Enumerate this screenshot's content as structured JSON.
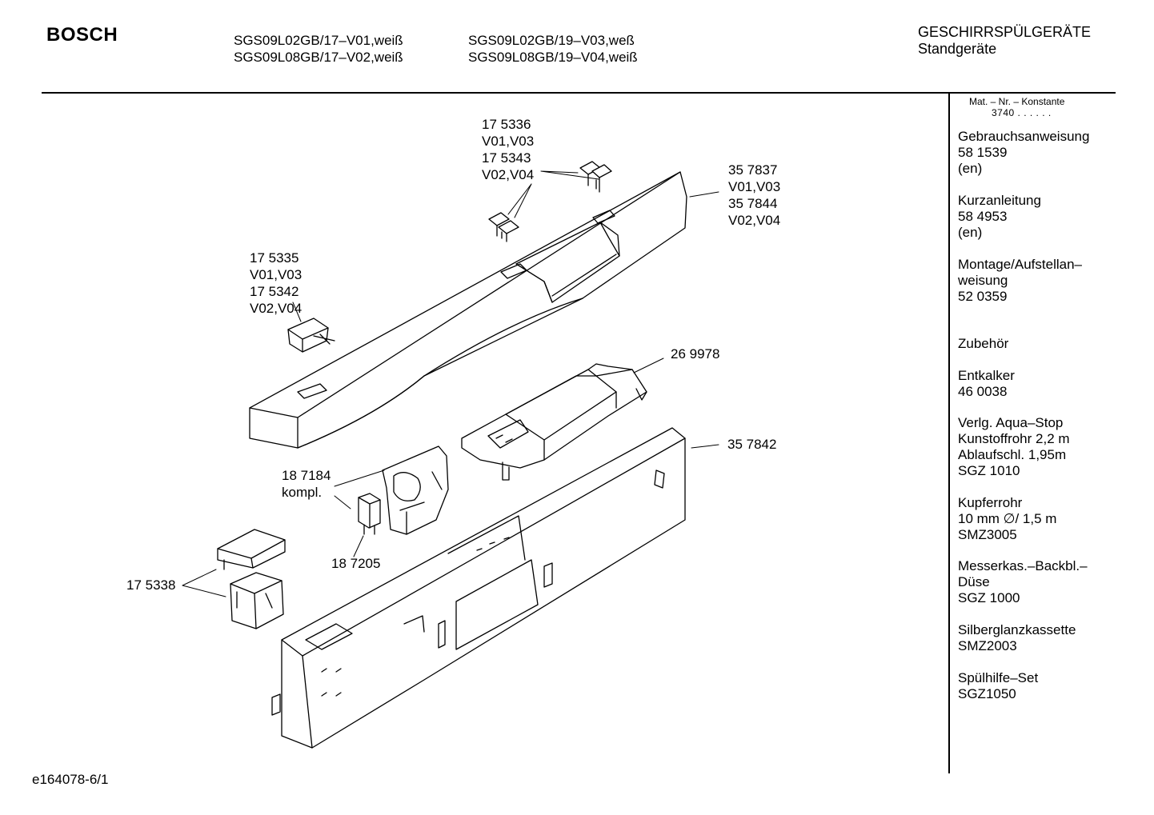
{
  "header": {
    "brand": "BOSCH",
    "models_col1": [
      "SGS09L02GB/17–V01,weiß",
      "SGS09L08GB/17–V02,weiß"
    ],
    "models_col2": [
      "SGS09L02GB/19–V03,weß",
      "SGS09L08GB/19–V04,weiß"
    ],
    "category": [
      "GESCHIRRSPÜLGERÄTE",
      "Standgeräte"
    ]
  },
  "sidebar": {
    "mat_label": "Mat. – Nr. – Konstante",
    "mat_value": "3740 . . . . . .",
    "blocks": [
      {
        "lines": [
          "Gebrauchsanweisung",
          "58 1539",
          "(en)"
        ]
      },
      {
        "lines": [
          "Kurzanleitung",
          "58 4953",
          "(en)"
        ]
      },
      {
        "lines": [
          "Montage/Aufstellan–",
          "weisung",
          "52 0359"
        ]
      },
      {
        "lines": [
          "Zubehör"
        ]
      },
      {
        "lines": [
          "Entkalker",
          "46 0038"
        ]
      },
      {
        "lines": [
          "Verlg. Aqua–Stop",
          "Kunstoffrohr 2,2 m",
          "Ablaufschl. 1,95m",
          "SGZ 1010"
        ]
      },
      {
        "lines": [
          "Kupferrohr",
          "10 mm ∅/ 1,5 m",
          "SMZ3005"
        ]
      },
      {
        "lines": [
          "Messerkas.–Backbl.–",
          "Düse",
          "SGZ 1000"
        ]
      },
      {
        "lines": [
          "Silberglanzkassette",
          "SMZ2003"
        ]
      },
      {
        "lines": [
          "Spülhilfe–Set",
          "SGZ1050"
        ]
      }
    ]
  },
  "callouts": {
    "c1": [
      "17 5336",
      "V01,V03",
      "17 5343",
      "V02,V04"
    ],
    "c2": [
      "35 7837",
      "V01,V03",
      "35 7844",
      "V02,V04"
    ],
    "c3": [
      "17 5335",
      "V01,V03",
      "17 5342",
      "V02,V04"
    ],
    "c4": [
      "26 9978"
    ],
    "c5": [
      "35 7842"
    ],
    "c6": [
      "18 7184",
      "kompl."
    ],
    "c7": [
      "18 7205"
    ],
    "c8": [
      "17 5338"
    ]
  },
  "footer": {
    "code": "e164078-6/1"
  }
}
